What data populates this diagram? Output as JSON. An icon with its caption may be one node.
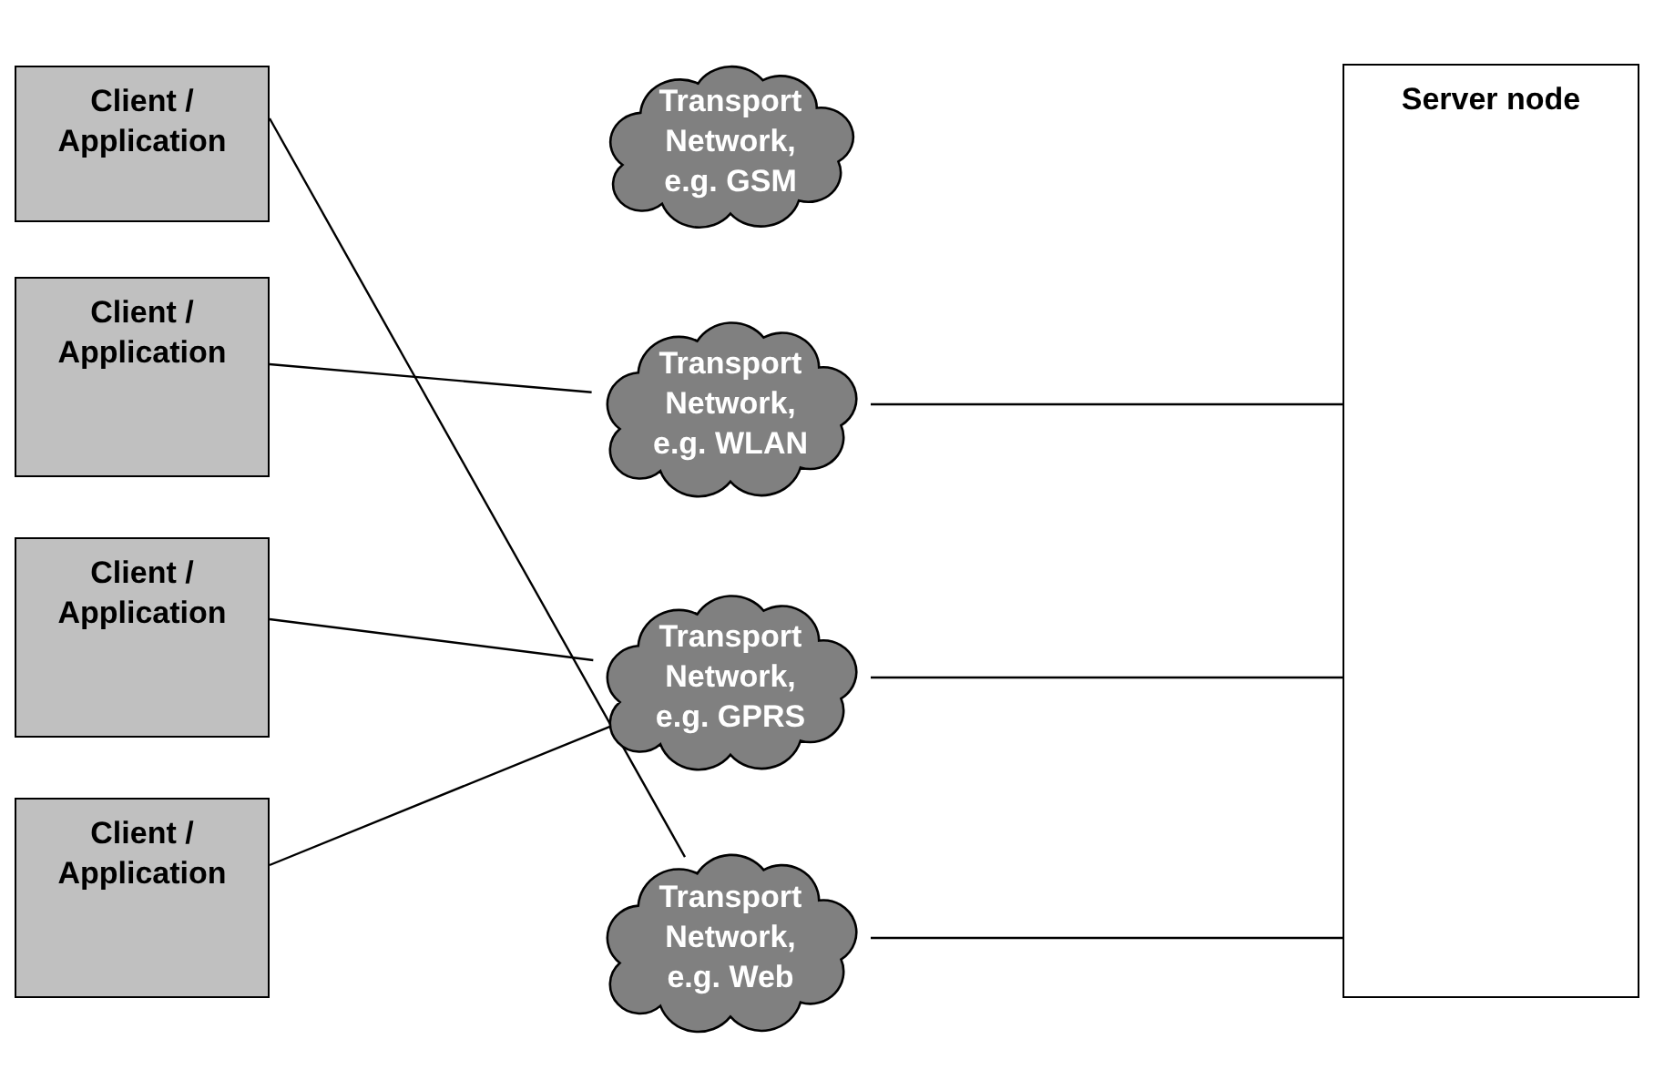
{
  "diagram": {
    "nodes": [
      {
        "text": [
          "Client / Application"
        ]
      },
      {
        "text": [
          "Client / Application"
        ]
      },
      {
        "text": [
          "Client / Application"
        ]
      },
      {
        "text": [
          "Client / Application"
        ]
      },
      {
        "text": [
          "Transport Network, e.g. GSM"
        ]
      },
      {
        "text": [
          "Transport Network, e.g. WLAN"
        ]
      },
      {
        "text": [
          "Transport Network, e.g. GPRS"
        ]
      },
      {
        "text": [
          "Transport Network, e.g. Web"
        ]
      },
      {
        "text": [
          "Server node"
        ]
      }
    ],
    "edges": [
      {
        "from": 0,
        "to": 7,
        "arrow": "none"
      },
      {
        "from": 1,
        "to": 5,
        "arrow": "none"
      },
      {
        "from": 2,
        "to": 6,
        "arrow": "none"
      },
      {
        "from": 3,
        "to": 6,
        "arrow": "none"
      },
      {
        "from": 5,
        "to": 8,
        "arrow": "none"
      },
      {
        "from": 6,
        "to": 8,
        "arrow": "none"
      },
      {
        "from": 7,
        "to": 8,
        "arrow": "none"
      }
    ]
  }
}
